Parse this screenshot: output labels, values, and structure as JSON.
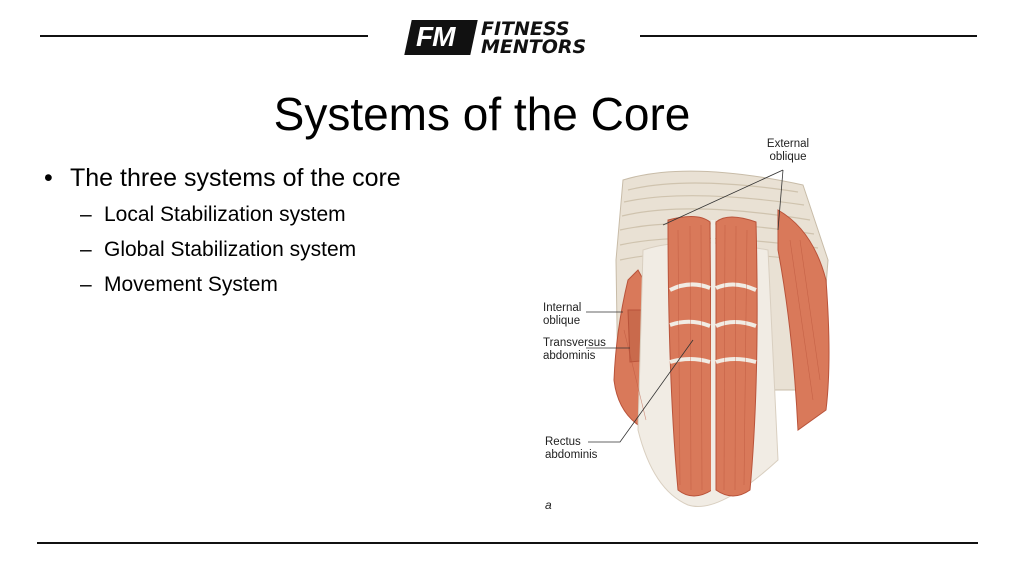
{
  "logo": {
    "badge": "FM",
    "word_1": "FITNESS",
    "word_2": "MENTORS"
  },
  "title": "Systems of the Core",
  "bullets": {
    "main": "The three systems of the core",
    "bullet_symbol": "•",
    "dash_symbol": "–",
    "subs": [
      "Local Stabilization system",
      "Global Stabilization system",
      "Movement System"
    ]
  },
  "figure": {
    "labels": {
      "external_oblique": "External oblique",
      "internal_oblique": "Internal oblique",
      "transversus": "Transversus abdominis",
      "rectus": "Rectus abdominis",
      "panel": "a"
    }
  },
  "colors": {
    "muscle": "#d9795a",
    "muscle_dark": "#b9533a",
    "tendon": "#f1ece4",
    "rib": "#e9e1d4",
    "rule": "#111111"
  }
}
